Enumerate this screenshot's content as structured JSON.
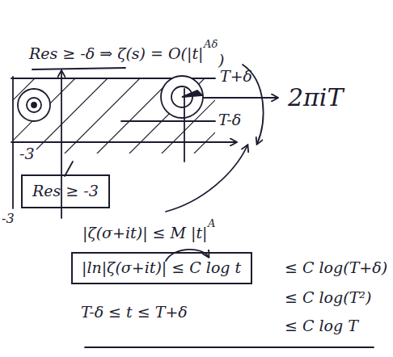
{
  "diagram": {
    "nodes": [
      {
        "text": [
          "Res ≥ -3"
        ]
      },
      {
        "text": [
          "|ln|ζ(σ+it)| ≤ C log t"
        ]
      }
    ],
    "labels": [
      "Res ≥ -δ ⇒ ζ(s) = O(|t|",
      "Aδ",
      ")",
      "T+δ",
      "T-δ",
      "2πiT",
      "-3",
      "-3",
      "|ζ(σ+it)| ≤ M |t|",
      "A",
      "≤ C log(T+δ)",
      "≤ C log(T²)",
      "≤ C log T",
      "T-δ ≤ t ≤ T+δ"
    ]
  }
}
